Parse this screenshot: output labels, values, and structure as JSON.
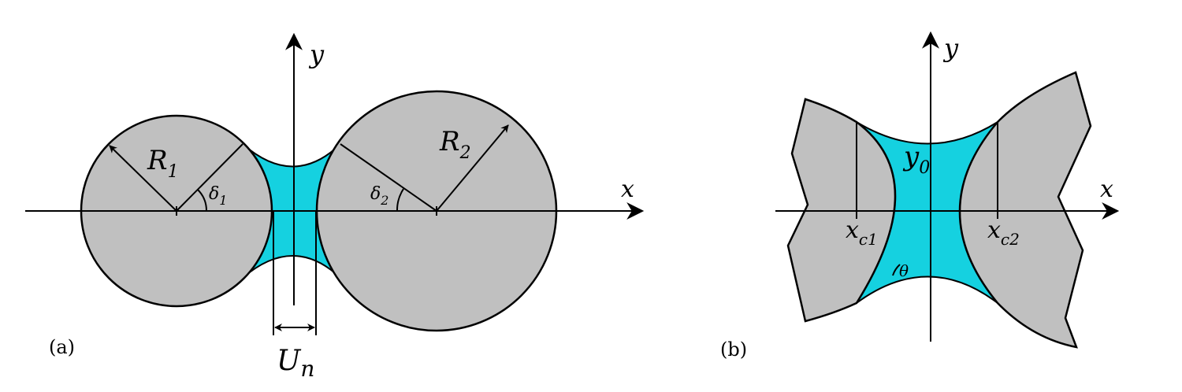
{
  "panel_a": {
    "caption": "(a)",
    "axis_x": "x",
    "axis_y": "y",
    "r1_main": "R",
    "r1_sub": "1",
    "r2_main": "R",
    "r2_sub": "2",
    "delta1_main": "δ",
    "delta1_sub": "1",
    "delta2_main": "δ",
    "delta2_sub": "2",
    "un_main": "U",
    "un_sub": "n",
    "colors": {
      "solid": "#c0c0c0",
      "liquid": "#15d1e0",
      "line": "#000000"
    }
  },
  "panel_b": {
    "caption": "(b)",
    "axis_x": "x",
    "axis_y": "y",
    "y0_main": "y",
    "y0_sub": "0",
    "xc1_main": "x",
    "xc1_sub": "c1",
    "xc2_main": "x",
    "xc2_sub": "c2",
    "theta": "θ"
  }
}
